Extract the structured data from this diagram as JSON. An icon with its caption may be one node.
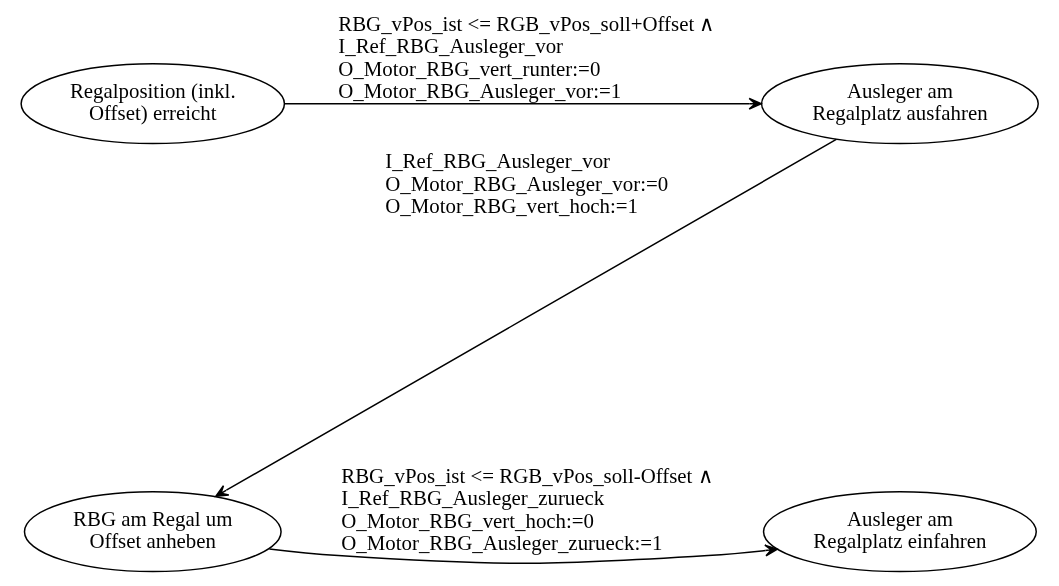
{
  "diagram": {
    "nodes": [
      {
        "text": [
          "Regalposition (inkl. Offset) erreicht"
        ]
      },
      {
        "text": [
          "Ausleger am Regalplatz ausfahren"
        ]
      },
      {
        "text": [
          "RBG am Regal um Offset anheben"
        ]
      },
      {
        "text": [
          "Ausleger am Regalplatz einfahren"
        ]
      }
    ],
    "edges": [
      {
        "from": 0,
        "to": 1,
        "arrow": "to",
        "label": "RBG_vPos_ist <= RGB_vPos_soll+Offset ∧ I_Ref_RBG_Ausleger_vor O_Motor_RBG_vert_runter:=0 O_Motor_RBG_Ausleger_vor:=1"
      },
      {
        "from": 1,
        "to": 2,
        "arrow": "to",
        "label": "I_Ref_RBG_Ausleger_vor O_Motor_RBG_Ausleger_vor:=0 O_Motor_RBG_vert_hoch:=1"
      },
      {
        "from": 2,
        "to": 3,
        "arrow": "to",
        "label": "RBG_vPos_ist <= RGB_vPos_soll-Offset ∧ I_Ref_RBG_Ausleger_zurueck O_Motor_RBG_vert_hoch:=0 O_Motor_RBG_Ausleger_zurueck:=1"
      }
    ]
  }
}
